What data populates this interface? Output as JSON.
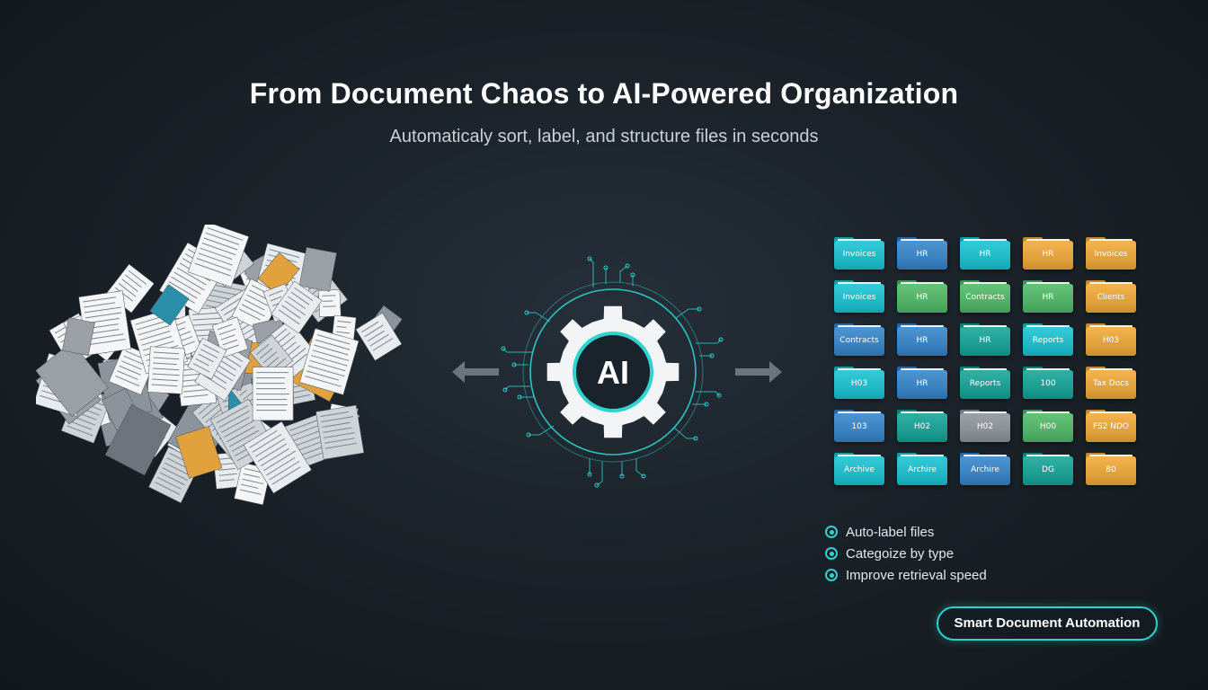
{
  "header": {
    "title": "From Document Chaos to AI-Powered Organization",
    "subtitle": "Automaticaly sort, label, and structure files in seconds"
  },
  "hub": {
    "label": "AI"
  },
  "colors": {
    "accent": "#2ed3d0",
    "gear": "#f2f4f6",
    "arrow": "#6a7580",
    "cyan": "#23b8c6",
    "blue": "#3a82c0",
    "green": "#52b166",
    "teal": "#1e9e92",
    "orange": "#e1a13c",
    "gray": "#8a9096"
  },
  "folders": [
    {
      "label": "Invoices",
      "color": "cyan"
    },
    {
      "label": "HR",
      "color": "blue"
    },
    {
      "label": "HR",
      "color": "cyan"
    },
    {
      "label": "HR",
      "color": "orange"
    },
    {
      "label": "Invoices",
      "color": "orange"
    },
    {
      "label": "Invoices",
      "color": "cyan"
    },
    {
      "label": "HR",
      "color": "green"
    },
    {
      "label": "Contracts",
      "color": "green"
    },
    {
      "label": "HR",
      "color": "green"
    },
    {
      "label": "Clients",
      "color": "orange"
    },
    {
      "label": "Contracts",
      "color": "blue"
    },
    {
      "label": "HR",
      "color": "blue"
    },
    {
      "label": "HR",
      "color": "teal"
    },
    {
      "label": "Reports",
      "color": "cyan"
    },
    {
      "label": "H03",
      "color": "orange"
    },
    {
      "label": "H03",
      "color": "cyan"
    },
    {
      "label": "HR",
      "color": "blue"
    },
    {
      "label": "Reports",
      "color": "teal"
    },
    {
      "label": "100",
      "color": "teal"
    },
    {
      "label": "Tax Docs",
      "color": "orange"
    },
    {
      "label": "103",
      "color": "blue"
    },
    {
      "label": "H02",
      "color": "teal"
    },
    {
      "label": "H02",
      "color": "gray"
    },
    {
      "label": "H00",
      "color": "green"
    },
    {
      "label": "FS2 NDO",
      "color": "orange"
    },
    {
      "label": "Archive",
      "color": "cyan"
    },
    {
      "label": "Archire",
      "color": "cyan"
    },
    {
      "label": "Archire",
      "color": "blue"
    },
    {
      "label": "DG",
      "color": "teal"
    },
    {
      "label": "80",
      "color": "orange"
    }
  ],
  "features": [
    "Auto-label files",
    "Categoize by type",
    "Improve retrieval speed"
  ],
  "cta": {
    "label": "Smart Document Automation"
  }
}
